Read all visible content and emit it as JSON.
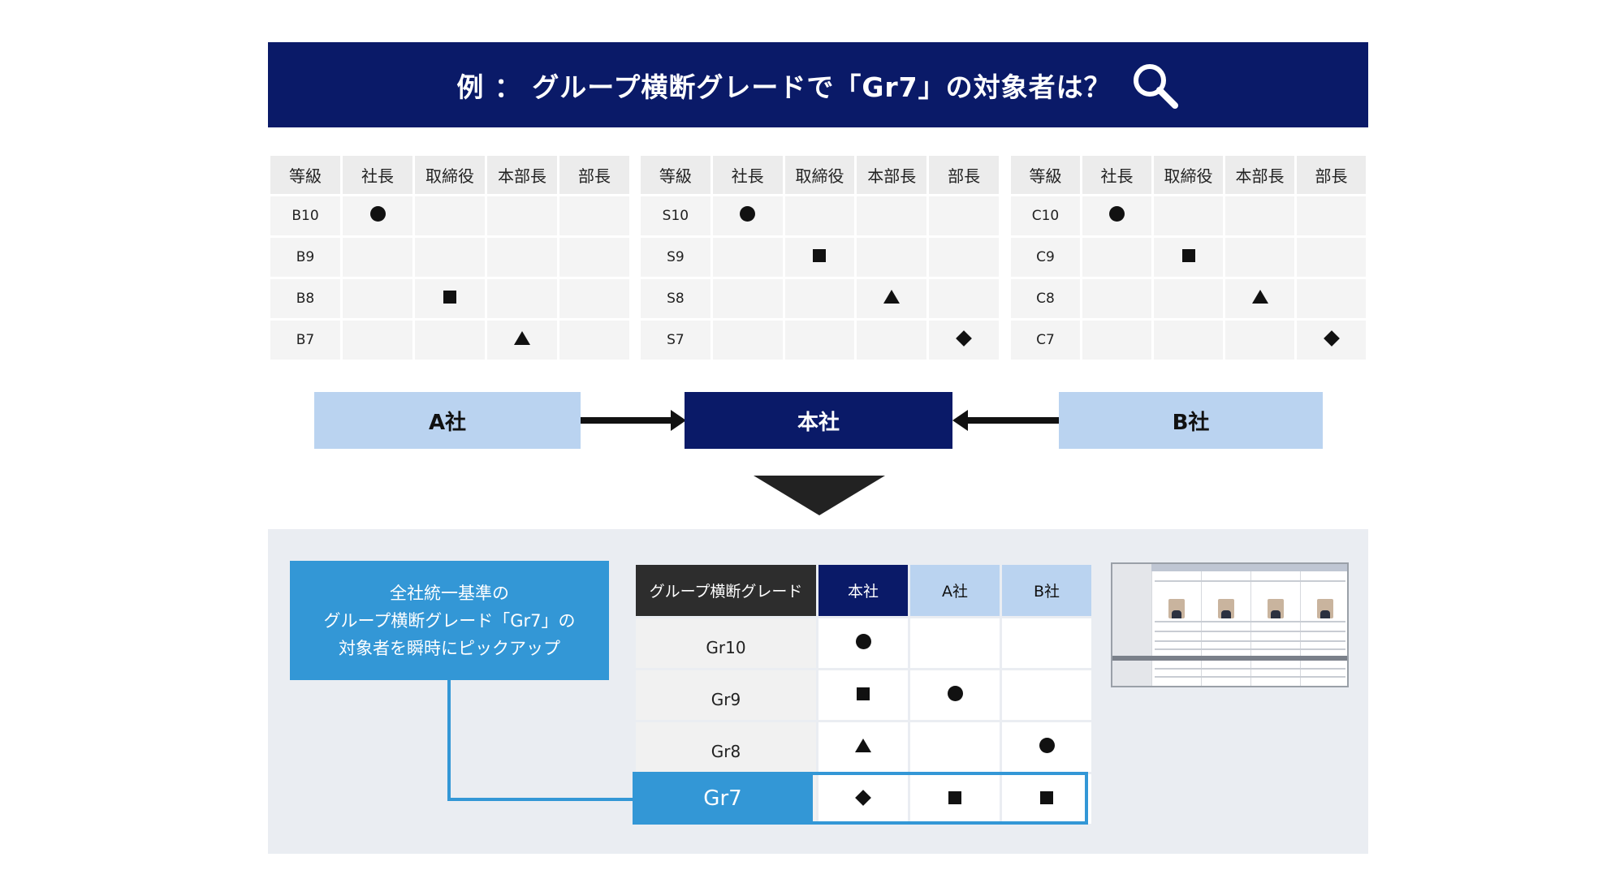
{
  "banner": {
    "title": "例 ： グループ横断グレードで「Gr7」の対象者は？",
    "icon": "search-icon"
  },
  "grade_tables": [
    {
      "headers": [
        "等級",
        "社長",
        "取締役",
        "本部長",
        "部長"
      ],
      "rows": [
        {
          "grade": "B10",
          "symbols": [
            "circle",
            "",
            "",
            ""
          ]
        },
        {
          "grade": "B9",
          "symbols": [
            "",
            "",
            "",
            ""
          ]
        },
        {
          "grade": "B8",
          "symbols": [
            "",
            "square",
            "",
            ""
          ]
        },
        {
          "grade": "B7",
          "symbols": [
            "",
            "",
            "triangle",
            ""
          ]
        }
      ]
    },
    {
      "headers": [
        "等級",
        "社長",
        "取締役",
        "本部長",
        "部長"
      ],
      "rows": [
        {
          "grade": "S10",
          "symbols": [
            "circle",
            "",
            "",
            ""
          ]
        },
        {
          "grade": "S9",
          "symbols": [
            "",
            "square",
            "",
            ""
          ]
        },
        {
          "grade": "S8",
          "symbols": [
            "",
            "",
            "triangle",
            ""
          ]
        },
        {
          "grade": "S7",
          "symbols": [
            "",
            "",
            "",
            "diamond"
          ]
        }
      ]
    },
    {
      "headers": [
        "等級",
        "社長",
        "取締役",
        "本部長",
        "部長"
      ],
      "rows": [
        {
          "grade": "C10",
          "symbols": [
            "circle",
            "",
            "",
            ""
          ]
        },
        {
          "grade": "C9",
          "symbols": [
            "",
            "square",
            "",
            ""
          ]
        },
        {
          "grade": "C8",
          "symbols": [
            "",
            "",
            "triangle",
            ""
          ]
        },
        {
          "grade": "C7",
          "symbols": [
            "",
            "",
            "",
            "diamond"
          ]
        }
      ]
    }
  ],
  "companies": {
    "a": "A社",
    "hq": "本社",
    "b": "B社"
  },
  "callout": {
    "lines": [
      "全社統一基準の",
      "グループ横断グレード「Gr7」の",
      "対象者を瞬時にピックアップ"
    ]
  },
  "cross_table": {
    "headers": [
      "グループ横断グレード",
      "本社",
      "A社",
      "B社"
    ],
    "rows": [
      {
        "grade": "Gr10",
        "symbols": [
          "circle",
          "",
          ""
        ]
      },
      {
        "grade": "Gr9",
        "symbols": [
          "square",
          "circle",
          ""
        ]
      },
      {
        "grade": "Gr8",
        "symbols": [
          "triangle",
          "",
          "circle"
        ]
      },
      {
        "grade": "Gr7",
        "symbols": [
          "diamond",
          "square",
          "square"
        ],
        "highlighted": true
      }
    ]
  },
  "colors": {
    "navy": "#0a1a68",
    "light_blue": "#bad3f0",
    "accent_blue": "#3397d6",
    "panel_bg": "#eaedf2"
  },
  "thumbnail": {
    "icon": "profile-sheet-thumbnail"
  }
}
